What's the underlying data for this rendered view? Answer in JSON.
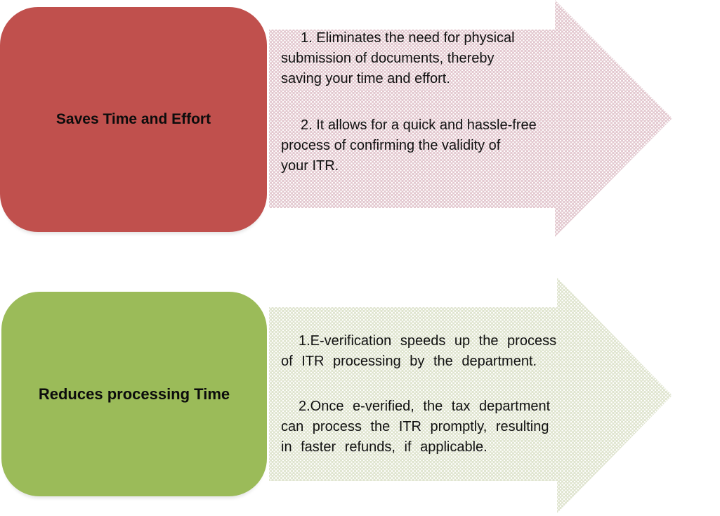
{
  "page": {
    "background_color": "#FFFFFF",
    "text_color": "#111111"
  },
  "rows": [
    {
      "label": "Saves Time and Effort",
      "box_color": "#C0504D",
      "arrow_fill_color": "#E2C7CE",
      "arrow_dot_color": "#FFFFFF",
      "points": [
        "1. Eliminates the need for physical\nsubmission of documents, thereby\nsaving your time and effort.",
        "2. It allows for a quick and hassle-free\nprocess of confirming the validity of\nyour ITR."
      ]
    },
    {
      "label": "Reduces processing Time",
      "box_color": "#9BBB59",
      "arrow_fill_color": "#DEE3CD",
      "arrow_dot_color": "#FFFFFF",
      "points": [
        "1.E-verification speeds up the process\nof ITR processing by the department.",
        "2.Once e-verified, the tax department\ncan process the ITR promptly, resulting\nin faster refunds, if applicable."
      ]
    }
  ]
}
